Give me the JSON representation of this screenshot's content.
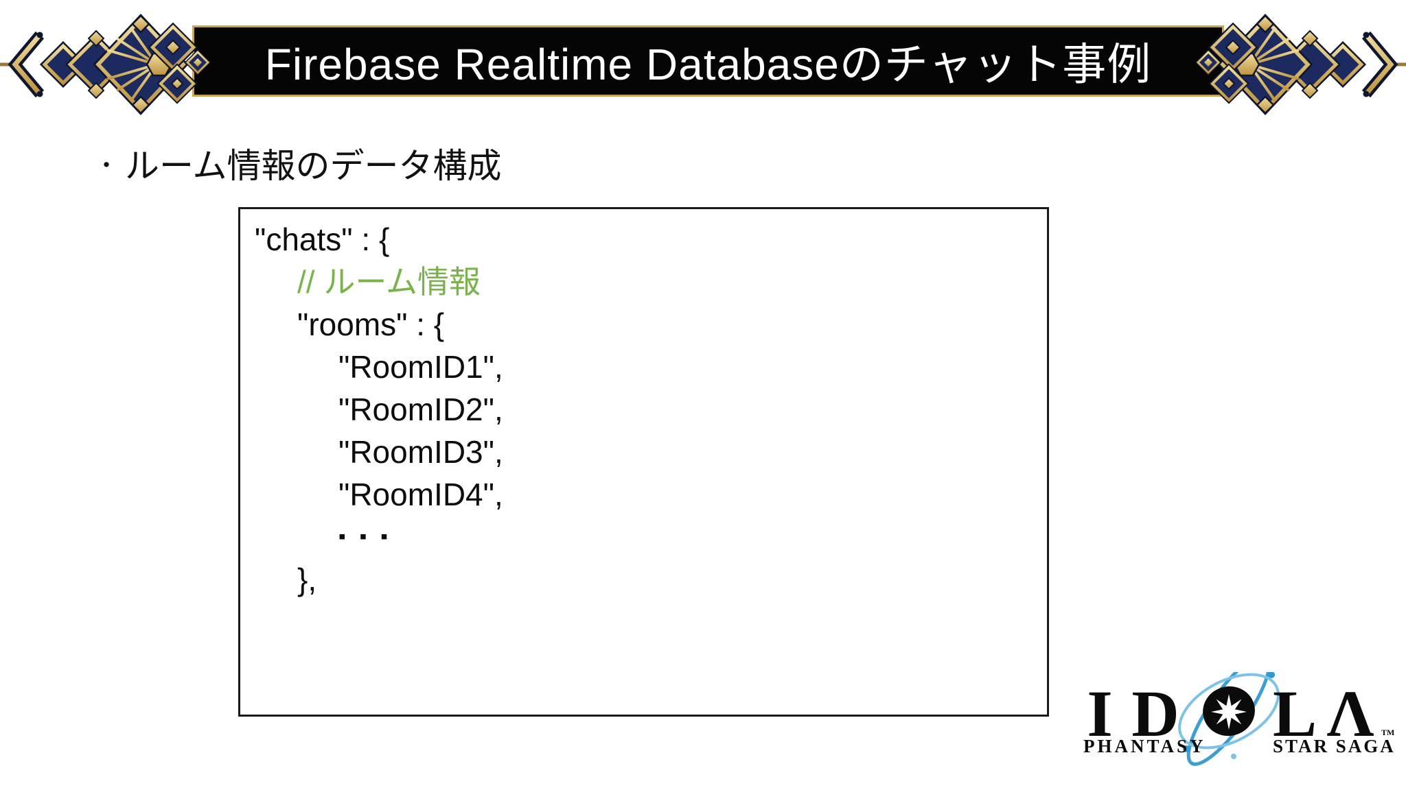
{
  "slide": {
    "background": "#ffffff"
  },
  "title_bar": {
    "title": "Firebase Realtime Databaseのチャット事例",
    "bar_color": "#050505",
    "trim_color": "#c8a75a",
    "text_color": "#ffffff"
  },
  "ornaments": {
    "style": "art-deco-diamond-fan",
    "navy": "#1c2a5f",
    "gold": "#cfa852",
    "gold_light": "#ecd490",
    "outline": "#0e1630"
  },
  "bullet": {
    "marker": "・",
    "text": "ルーム情報のデータ構成"
  },
  "code_box": {
    "comment_color": "#7ab24b",
    "text_color": "#0d0d0d",
    "lines": [
      {
        "text": "\"chats\" : {",
        "indent": 0,
        "color": "black"
      },
      {
        "text": "// ルーム情報",
        "indent": 1,
        "color": "green"
      },
      {
        "text": "\"rooms\" : {",
        "indent": 1,
        "color": "black"
      },
      {
        "text": "\"RoomID1\",",
        "indent": 2,
        "color": "black"
      },
      {
        "text": "\"RoomID2\",",
        "indent": 2,
        "color": "black"
      },
      {
        "text": "\"RoomID3\",",
        "indent": 2,
        "color": "black"
      },
      {
        "text": "\"RoomID4\",",
        "indent": 2,
        "color": "black"
      },
      {
        "text": "▪▪▪",
        "indent": 2,
        "color": "black",
        "style": "dots"
      },
      {
        "text": "},",
        "indent": 1,
        "color": "black"
      }
    ]
  },
  "logo": {
    "letters": [
      "I",
      "D",
      "L",
      "Λ"
    ],
    "sub_left": "PHANTASY",
    "sub_right": "STAR SAGA",
    "trademark": "TM",
    "orbit_color": "#3d9fd0",
    "orbit_color_light": "#7cc3e6",
    "disc_color": "#0b0b0b",
    "star_color": "#ffffff",
    "text_color": "#0b0b0b"
  }
}
